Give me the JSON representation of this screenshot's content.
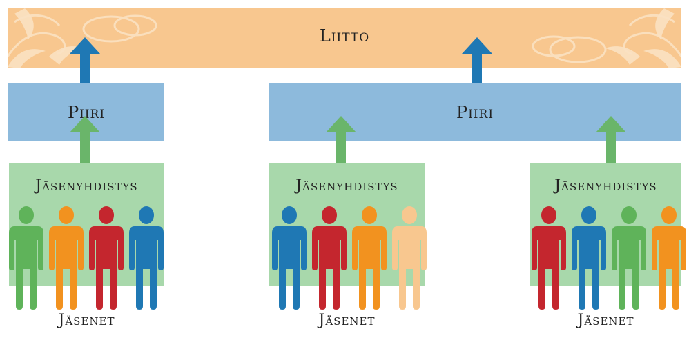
{
  "liitto": {
    "label": "Liitto",
    "color": "#f8c78f"
  },
  "piiri": [
    {
      "label": "Piiri"
    },
    {
      "label": "Piiri"
    }
  ],
  "groups": [
    {
      "label": "Jäsenyhdistys",
      "members_label": "Jäsenet",
      "people_colors": [
        "#5fb35a",
        "#f2921f",
        "#c4262e",
        "#1f78b4"
      ]
    },
    {
      "label": "Jäsenyhdistys",
      "members_label": "Jäsenet",
      "people_colors": [
        "#1f78b4",
        "#c4262e",
        "#f2921f",
        "#f8c78f"
      ]
    },
    {
      "label": "Jäsenyhdistys",
      "members_label": "Jäsenet",
      "people_colors": [
        "#c4262e",
        "#1f78b4",
        "#5fb35a",
        "#f2921f"
      ]
    }
  ],
  "colors": {
    "piiri_box": "#8dbadc",
    "group_box": "#a8d8ab",
    "arrow_to_liitto": "#1f78b4",
    "arrow_to_piiri": "#6ab56a"
  },
  "icons": {
    "arrow_up": "arrow-up-icon",
    "person": "person-icon"
  }
}
